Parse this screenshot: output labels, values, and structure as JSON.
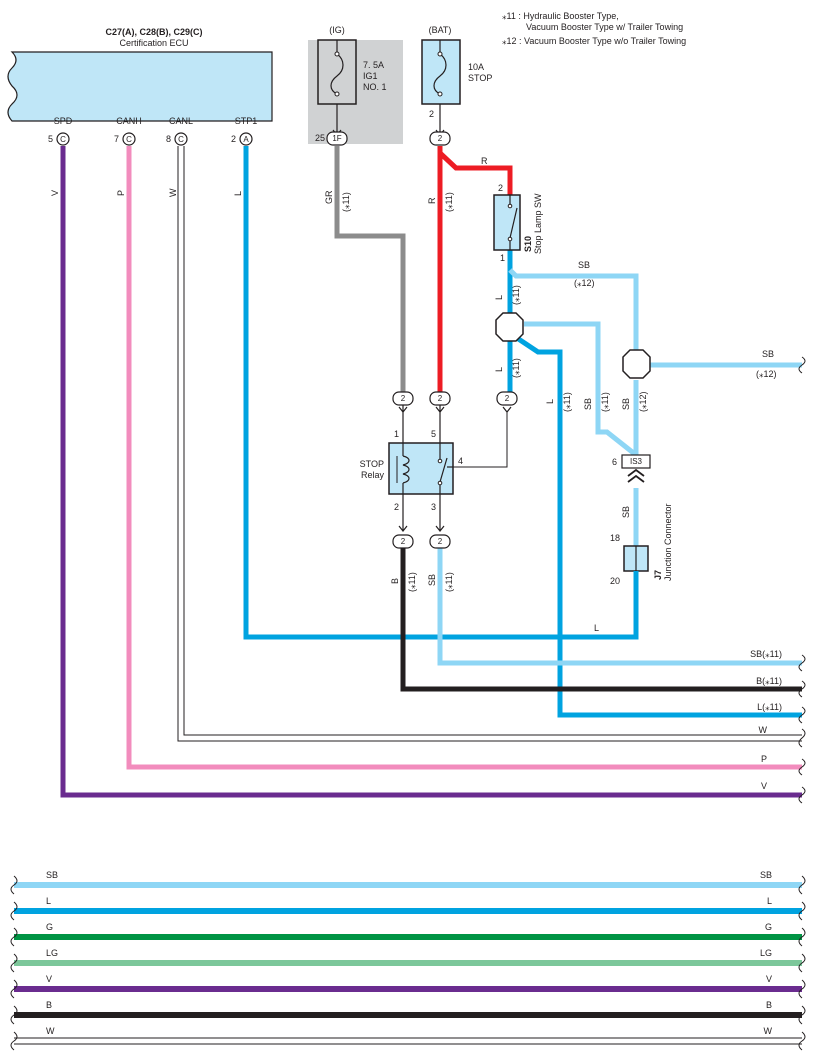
{
  "colors": {
    "V": "#6a2c8f",
    "P": "#f28cbd",
    "L": "#00a3e0",
    "SB": "#8ed6f5",
    "R": "#ed1c24",
    "GR": "#8c8c8c",
    "B": "#231f20",
    "G": "#009444",
    "LG": "#7cc79a",
    "W": "#ffffff",
    "ig_box": "#d0d2d3",
    "component_fill": "#bfe6f7"
  },
  "notes": [
    "⁎11 : Hydraulic Booster Type,",
    "Vacuum Booster Type w/ Trailer Towing",
    "⁎12 : Vacuum Booster Type w/o Trailer Towing"
  ],
  "ecu": {
    "title": "C27(A), C28(B), C29(C)",
    "subtitle": "Certification ECU",
    "pins": [
      {
        "label": "SPD",
        "num": "5",
        "conn": "C",
        "wire": "V"
      },
      {
        "label": "CANH",
        "num": "7",
        "conn": "C",
        "wire": "P"
      },
      {
        "label": "CANL",
        "num": "8",
        "conn": "C",
        "wire": "W"
      },
      {
        "label": "STP1",
        "num": "2",
        "conn": "A",
        "wire": "L"
      }
    ]
  },
  "fuse_ig": {
    "source": "(IG)",
    "rating": "7. 5A",
    "name1": "IG1",
    "name2": "NO. 1",
    "pin": "25",
    "conn": "1F",
    "wire": "GR",
    "variant": "(⁎11)"
  },
  "fuse_bat": {
    "source": "(BAT)",
    "rating": "10A",
    "name": "STOP",
    "pin_top": "2",
    "conn": "2",
    "wire": "R",
    "variant": "(⁎11)"
  },
  "stop_lamp_sw": {
    "id": "S10",
    "name": "Stop Lamp SW",
    "pin_top": "2",
    "pin_bottom": "1",
    "wire_in": "R",
    "wire_out": "L",
    "variant1": "(⁎11)",
    "variant2": "(⁎11)"
  },
  "sb_branch": {
    "wire": "SB",
    "variant": "(⁎12)"
  },
  "sb_right": {
    "wire": "SB",
    "variant": "(⁎12)"
  },
  "junction_left": {
    "wire_l": "L",
    "variant": "(⁎11)",
    "wire_sb": "SB",
    "variant_sb": "(⁎11)",
    "wire_sb2": "SB",
    "variant_sb2": "(⁎12)"
  },
  "relay": {
    "name1": "STOP",
    "name2": "Relay",
    "pin1": "1",
    "pin2": "2",
    "pin3": "3",
    "pin4": "4",
    "pin5": "5",
    "conn": "2",
    "wire_b": "B",
    "wire_sb": "SB",
    "variant_b": "(⁎11)",
    "variant_sb": "(⁎11)"
  },
  "is3": {
    "label": "IS3",
    "pin": "6",
    "wire": "SB"
  },
  "j7": {
    "id": "J7",
    "name": "Junction Connector",
    "pin_top": "18",
    "pin_bottom": "20"
  },
  "right_labels": {
    "sb11": "SB(⁎11)",
    "b11": "B(⁎11)",
    "l11": "L(⁎11)",
    "w": "W",
    "p": "P",
    "v": "V",
    "l": "L",
    "sb12": "SB",
    "sb12v": "(⁎12)"
  },
  "bottom_bus": [
    {
      "wire": "SB",
      "left": "SB",
      "right": "SB"
    },
    {
      "wire": "L",
      "left": "L",
      "right": "L"
    },
    {
      "wire": "G",
      "left": "G",
      "right": "G"
    },
    {
      "wire": "LG",
      "left": "LG",
      "right": "LG"
    },
    {
      "wire": "V",
      "left": "V",
      "right": "V"
    },
    {
      "wire": "B",
      "left": "B",
      "right": "B"
    },
    {
      "wire": "W",
      "left": "W",
      "right": "W"
    }
  ]
}
